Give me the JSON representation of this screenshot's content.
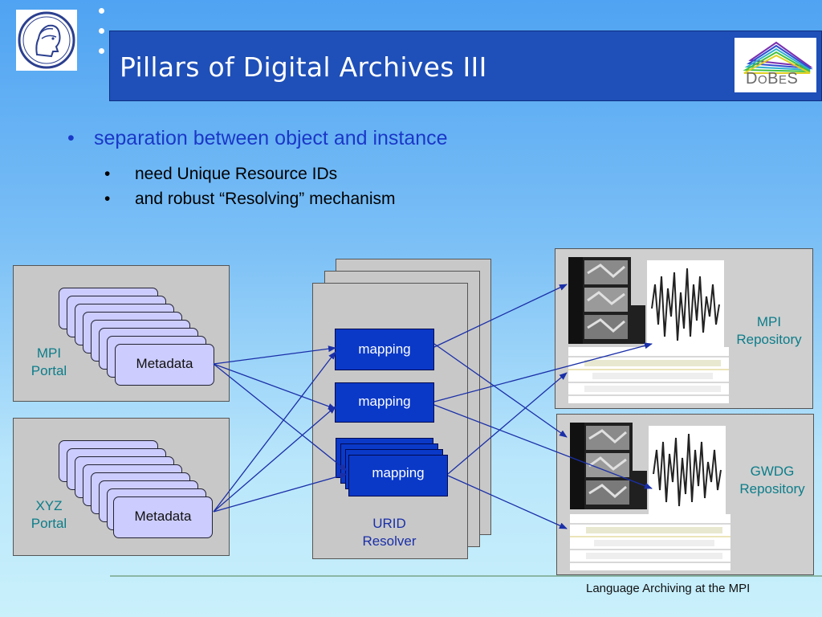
{
  "header": {
    "title": "Pillars of Digital Archives III",
    "dobes_logo_text": "DOBES"
  },
  "bullets": {
    "main": "separation between object and instance",
    "subs": [
      "need Unique Resource IDs",
      "and robust “Resolving” mechanism"
    ],
    "bullet_glyph": "•"
  },
  "diagram": {
    "portals": [
      {
        "label_line1": "MPI",
        "label_line2": "Portal",
        "card_label": "Metadata"
      },
      {
        "label_line1": "XYZ",
        "label_line2": "Portal",
        "card_label": "Metadata"
      }
    ],
    "resolver": {
      "label_line1": "URID",
      "label_line2": "Resolver",
      "mappings": [
        "mapping",
        "mapping",
        "mapping"
      ]
    },
    "repositories": [
      {
        "label_line1": "MPI",
        "label_line2": "Repository"
      },
      {
        "label_line1": "GWDG",
        "label_line2": "Repository"
      }
    ]
  },
  "footer": {
    "text": "Language Archiving at the MPI"
  },
  "colors": {
    "title_bar": "#1f4fb8",
    "main_bullet": "#1a38c8",
    "mapping_box": "#0a39c8",
    "metadata_card": "#ccccff",
    "panel": "#c8c8c8",
    "teal_label": "#0c7d8a",
    "arrow": "#1a2fa8"
  },
  "icons": [
    "max-planck-minerva-logo",
    "dobes-logo",
    "spectrogram-thumbnail",
    "video-still-thumbnail"
  ]
}
